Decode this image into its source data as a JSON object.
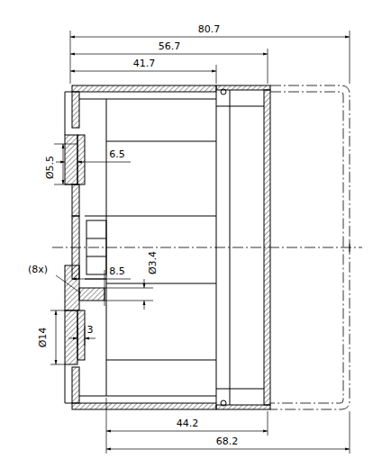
{
  "diagram": {
    "labels": [
      "80.7",
      "56.7",
      "41.7",
      "6.5",
      "Ø5.5",
      "(8x)",
      "8.5",
      "Ø3.4",
      "Ø14",
      "3",
      "44.2",
      "68.2"
    ]
  }
}
